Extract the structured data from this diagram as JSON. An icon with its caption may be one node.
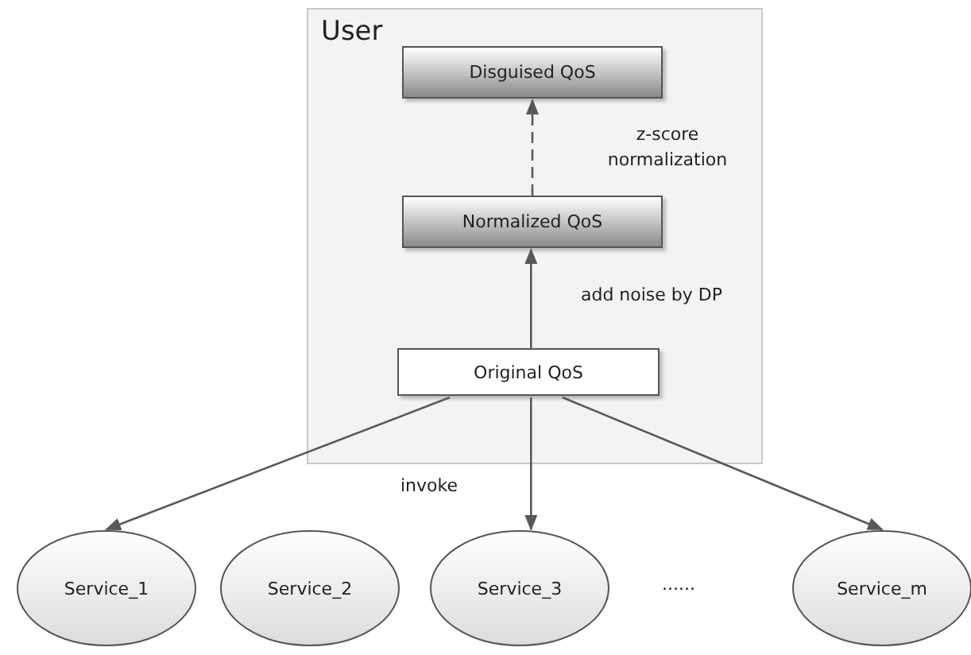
{
  "diagram": {
    "nodes": [
      {
        "text": [
          "User"
        ]
      },
      {
        "text": [
          "Disguised QoS"
        ],
        "in": 0
      },
      {
        "text": [
          "Normalized QoS"
        ],
        "in": 0
      },
      {
        "text": [
          "Original QoS"
        ],
        "in": 0
      },
      {
        "text": [
          "Service_1"
        ]
      },
      {
        "text": [
          "Service_2"
        ]
      },
      {
        "text": [
          "Service_3"
        ]
      },
      {
        "text": [
          "Service_m"
        ]
      }
    ],
    "edges": [
      {
        "from": 2,
        "to": 1,
        "arrow": "to",
        "style": "dashed",
        "label": "z-score normalization"
      },
      {
        "from": 3,
        "to": 2,
        "arrow": "to",
        "label": "add noise by DP"
      },
      {
        "from": 3,
        "to": 4,
        "arrow": "to"
      },
      {
        "from": 3,
        "to": 6,
        "arrow": "to",
        "label": "invoke"
      },
      {
        "from": 3,
        "to": 7,
        "arrow": "to"
      }
    ],
    "labels": [
      "......"
    ]
  }
}
